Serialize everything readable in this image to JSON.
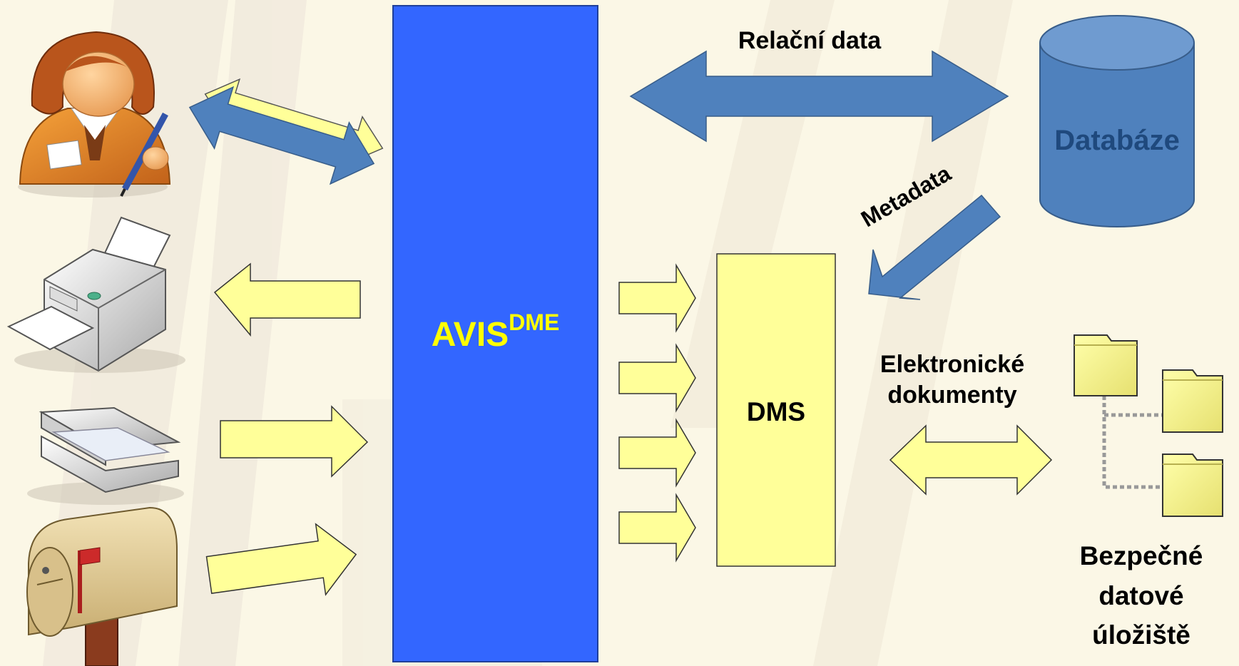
{
  "main_system": {
    "name": "AVIS",
    "superscript": "DME"
  },
  "dms": {
    "label": "DMS"
  },
  "database": {
    "label": "Databáze"
  },
  "relational_label": "Relační data",
  "metadata_label": "Metadata",
  "documents_label": [
    "Elektronické",
    "dokumenty"
  ],
  "storage_label": [
    "Bezpečné",
    "datové",
    "úložiště"
  ],
  "colors": {
    "avis_box": "#3366ff",
    "avis_text": "#ffff00",
    "dms_box": "#ffff99",
    "blue_arrow": "#4f81bd",
    "yellow_arrow": "#ffff99",
    "database_fill": "#4f81bd",
    "database_text": "#1f497d",
    "background": "#fbf7e6"
  },
  "icons": [
    "user-icon",
    "printer-icon",
    "scanner-icon",
    "mailbox-icon",
    "folder-tree-icon"
  ]
}
